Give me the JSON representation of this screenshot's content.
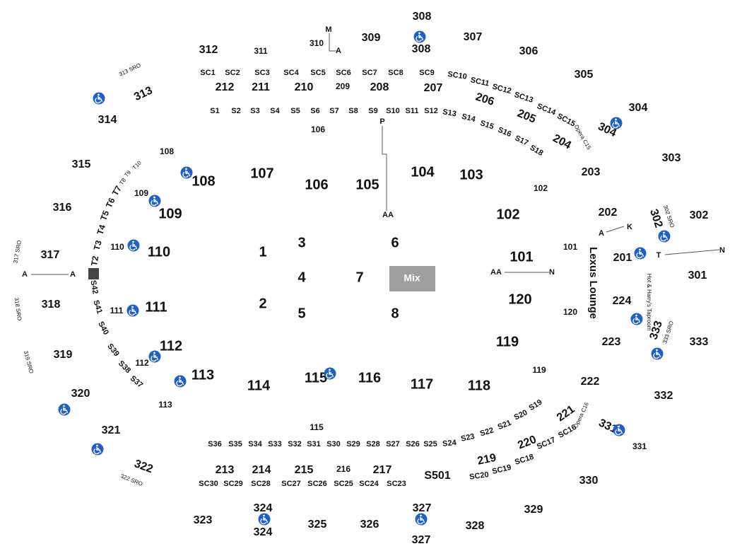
{
  "venue_map": {
    "colors": {
      "accessible_icon": "#1f5fc6",
      "mix_booth": "#9e9e9e",
      "text": "#111111",
      "background": "#ffffff"
    },
    "icon_names": {
      "accessible": "wheelchair-icon"
    },
    "mix_label": "Mix",
    "lexus_lounge_label": "Lexus Lounge",
    "upper_300_sections": [
      "308",
      "307",
      "306",
      "305",
      "304",
      "303",
      "302",
      "301",
      "333",
      "332",
      "331",
      "330",
      "329",
      "328",
      "327",
      "326",
      "325",
      "324",
      "323",
      "322",
      "321",
      "320",
      "319",
      "318",
      "317",
      "316",
      "315",
      "314",
      "313",
      "312",
      "311",
      "310",
      "309"
    ],
    "sro_labels": [
      "313 SRO",
      "317 SRO",
      "318 SRO",
      "319 SRO",
      "322 SRO",
      "302 SRO",
      "333 SRO"
    ],
    "club_200_sections": [
      "212",
      "211",
      "210",
      "209",
      "208",
      "207",
      "206",
      "205",
      "204",
      "203",
      "202",
      "201",
      "224",
      "223",
      "222",
      "221",
      "220",
      "219",
      "217",
      "216",
      "215",
      "214",
      "213"
    ],
    "opera_labels": [
      "Opera C15",
      "Opera C16"
    ],
    "sky_club_sc": [
      "SC1",
      "SC2",
      "SC3",
      "SC4",
      "SC5",
      "SC6",
      "SC7",
      "SC8",
      "SC9",
      "SC10",
      "SC11",
      "SC12",
      "SC13",
      "SC14",
      "SC15",
      "SC16",
      "SC17",
      "SC18",
      "SC19",
      "SC20",
      "SC23",
      "SC24",
      "SC25",
      "SC26",
      "SC27",
      "SC28",
      "SC29",
      "SC30"
    ],
    "suites_s": [
      "S1",
      "S2",
      "S3",
      "S4",
      "S5",
      "S6",
      "S7",
      "S8",
      "S9",
      "S10",
      "S11",
      "S12",
      "S13",
      "S14",
      "S15",
      "S16",
      "S17",
      "S18",
      "S19",
      "S20",
      "S21",
      "S22",
      "S23",
      "S24",
      "S25",
      "S26",
      "S27",
      "S28",
      "S29",
      "S30",
      "S31",
      "S32",
      "S33",
      "S34",
      "S35",
      "S36",
      "S37",
      "S38",
      "S39",
      "S40",
      "S41",
      "S42",
      "S501"
    ],
    "tier_t": [
      "T2",
      "T3",
      "T4",
      "T5",
      "T6",
      "T7",
      "T8",
      "T9",
      "T10"
    ],
    "lower_100_sections": [
      "101",
      "102",
      "103",
      "104",
      "105",
      "106",
      "107",
      "108",
      "109",
      "110",
      "111",
      "112",
      "113",
      "114",
      "115",
      "116",
      "117",
      "118",
      "119",
      "120"
    ],
    "floor_sections": [
      "1",
      "2",
      "3",
      "4",
      "5",
      "6",
      "7",
      "8"
    ],
    "row_markers": [
      "M",
      "A",
      "P",
      "AA",
      "AA",
      "N",
      "A",
      "K",
      "A",
      "T",
      "N",
      "A"
    ],
    "special_label": "Hot & Harry's Taproom"
  }
}
